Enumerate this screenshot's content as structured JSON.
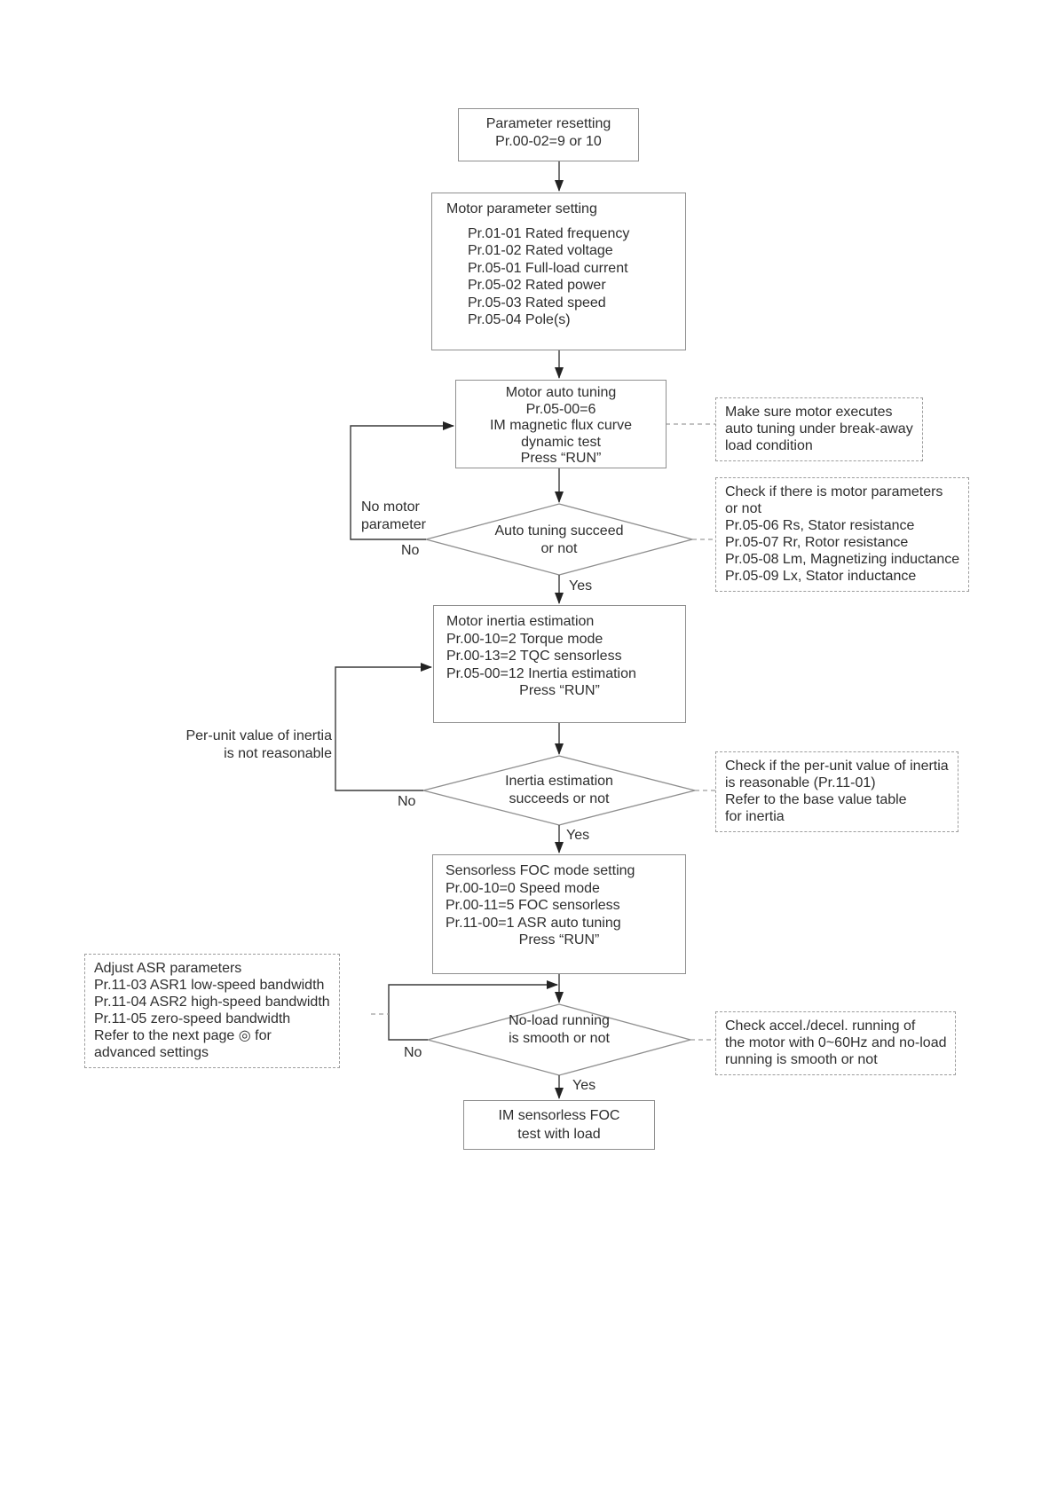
{
  "nodes": {
    "parameter_resetting": {
      "lines": [
        "Parameter resetting",
        "Pr.00-02=9 or 10"
      ]
    },
    "motor_parameter_setting": {
      "title": "Motor parameter setting",
      "items": [
        "Pr.01-01 Rated frequency",
        "Pr.01-02 Rated voltage",
        "Pr.05-01 Full-load current",
        "Pr.05-02 Rated power",
        "Pr.05-03 Rated speed",
        "Pr.05-04 Pole(s)"
      ]
    },
    "motor_auto_tuning": {
      "lines": [
        "Motor auto tuning",
        "Pr.05-00=6",
        "IM magnetic flux curve",
        "dynamic test",
        "Press “RUN”"
      ]
    },
    "motor_inertia_estimation": {
      "lines": [
        "Motor inertia estimation",
        "Pr.00-10=2 Torque mode",
        "Pr.00-13=2 TQC sensorless",
        "Pr.05-00=12 Inertia estimation"
      ],
      "run": "Press “RUN”"
    },
    "sensorless_foc_mode": {
      "lines": [
        "Sensorless FOC mode setting",
        "Pr.00-10=0 Speed mode",
        "Pr.00-11=5 FOC sensorless",
        "Pr.11-00=1 ASR auto tuning"
      ],
      "run": "Press “RUN”"
    },
    "im_sensorless_foc_test": {
      "lines": [
        "IM sensorless FOC",
        "test with load"
      ]
    }
  },
  "decisions": {
    "auto_tuning": {
      "lines": [
        "Auto tuning succeed",
        "or not"
      ]
    },
    "inertia": {
      "lines": [
        "Inertia estimation",
        "succeeds or not"
      ]
    },
    "no_load": {
      "lines": [
        "No-load running",
        "is smooth or not"
      ]
    }
  },
  "notes": {
    "break_away": {
      "lines": [
        "Make sure motor executes",
        "auto tuning under break-away",
        "load condition"
      ]
    },
    "check_motor_params": {
      "lines": [
        "Check if there is motor parameters",
        "or not",
        "Pr.05-06 Rs, Stator resistance",
        "Pr.05-07 Rr, Rotor resistance",
        "Pr.05-08 Lm, Magnetizing inductance",
        "Pr.05-09 Lx, Stator inductance"
      ]
    },
    "check_inertia": {
      "lines": [
        "Check if the per-unit value of inertia",
        "is reasonable (Pr.11-01)",
        "Refer to the base value table",
        "for inertia"
      ]
    },
    "adjust_asr": {
      "lines": [
        "Adjust ASR parameters",
        "Pr.11-03 ASR1 low-speed bandwidth",
        "Pr.11-04 ASR2 high-speed bandwidth",
        "Pr.11-05 zero-speed bandwidth",
        "Refer to the next page ◎ for",
        "advanced settings"
      ]
    },
    "check_accel": {
      "lines": [
        "Check accel./decel. running of",
        "the motor with 0~60Hz and no-load",
        "running is smooth or not"
      ]
    }
  },
  "labels": {
    "yes": "Yes",
    "no": "No",
    "no_motor_parameter": [
      "No motor",
      "parameter"
    ],
    "inertia_not_reasonable": [
      "Per-unit value of inertia",
      "is not reasonable"
    ]
  },
  "colors": {
    "background": "#ffffff",
    "box_border": "#8f8f8f",
    "dashed_border": "#9d9d9d",
    "flow_line": "#3a3a3a",
    "arrowhead": "#232323",
    "text": "#2e2e2e"
  }
}
